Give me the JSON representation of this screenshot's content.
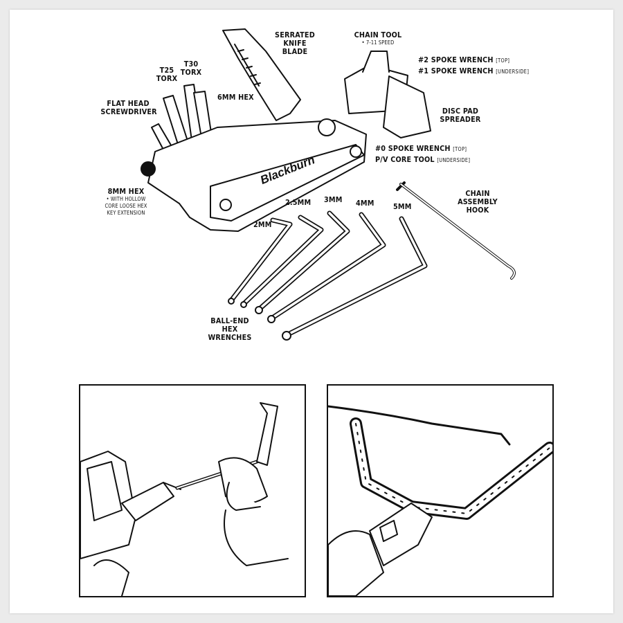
{
  "labels": {
    "serrated_knife": "SERRATED\nKNIFE BLADE",
    "chain_tool": "CHAIN TOOL",
    "chain_tool_sub": "• 7-11 SPEED",
    "spoke2": "#2 SPOKE WRENCH",
    "spoke2_note": "[TOP]",
    "spoke1": "#1 SPOKE WRENCH",
    "spoke1_note": "[UNDERSIDE]",
    "t25": "T25\nTORX",
    "t30": "T30\nTORX",
    "hex6": "6MM HEX",
    "flat_head": "FLAT HEAD\nSCREWDRIVER",
    "disc_pad": "DISC PAD\nSPREADER",
    "spoke0": "#0 SPOKE WRENCH",
    "spoke0_note": "[TOP]",
    "pv_core": "P/V CORE TOOL",
    "pv_core_note": "[UNDERSIDE]",
    "hex8": "8MM HEX",
    "hex8_sub": "• WITH HOLLOW\nCORE LOOSE HEX\nKEY EXTENSION",
    "chain_hook": "CHAIN ASSEMBLY\nHOOK",
    "mm2": "2MM",
    "mm25": "2.5MM",
    "mm3": "3MM",
    "mm4": "4MM",
    "mm5": "5MM",
    "ball_end": "BALL-END\nHEX WRENCHES"
  },
  "brand": "Blackburn",
  "colors": {
    "ink": "#111111",
    "paper": "#ffffff",
    "frame": "#ebebeb"
  }
}
